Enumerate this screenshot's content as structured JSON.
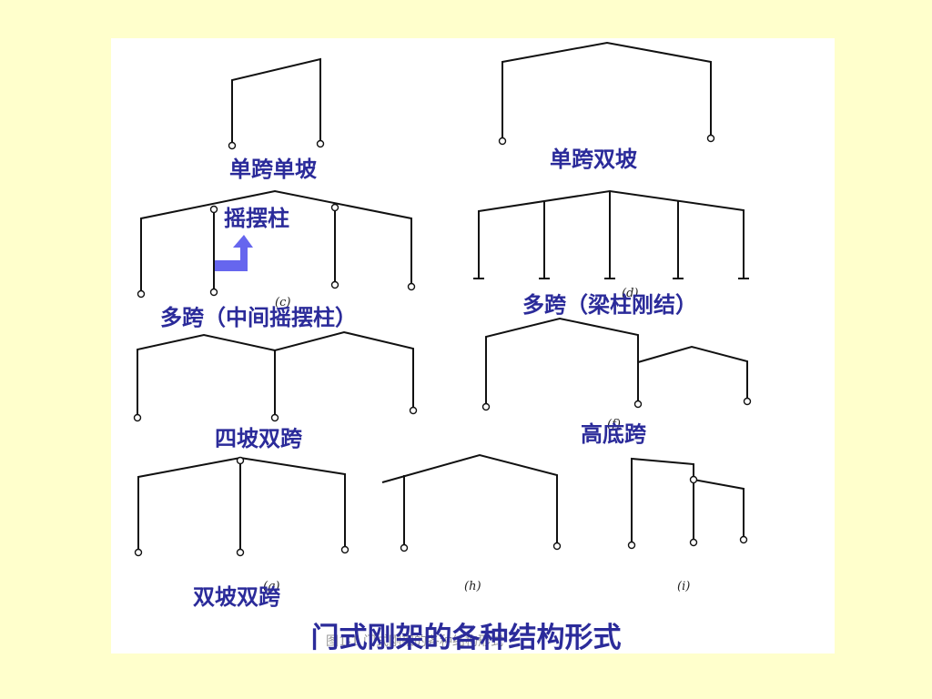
{
  "labels": {
    "single_span_single_slope": "单跨单坡",
    "single_span_double_slope": "单跨双坡",
    "rocking_column": "摇摆柱",
    "multi_span_middle_rocking": "多跨（中间摇摆柱）",
    "multi_span_rigid": "多跨（梁柱刚结）",
    "four_slope_double_span": "四坡双跨",
    "high_low_span": "高底跨",
    "double_slope_double_span": "双坡双跨"
  },
  "sublabels": {
    "c": "(c)",
    "d": "(d)",
    "f": "(f)",
    "g": "(g)",
    "h": "(h)",
    "i": "(i)"
  },
  "caption": "图1-1 门式刚架的各种结构形式",
  "title": "门式刚架的各种结构形式",
  "colors": {
    "background": "#ffffcc",
    "label": "#2b2b9a",
    "arrow": "#6666ee",
    "figure_bg": "#ffffff"
  },
  "icons": {
    "arrow": "up-arrow-icon"
  }
}
